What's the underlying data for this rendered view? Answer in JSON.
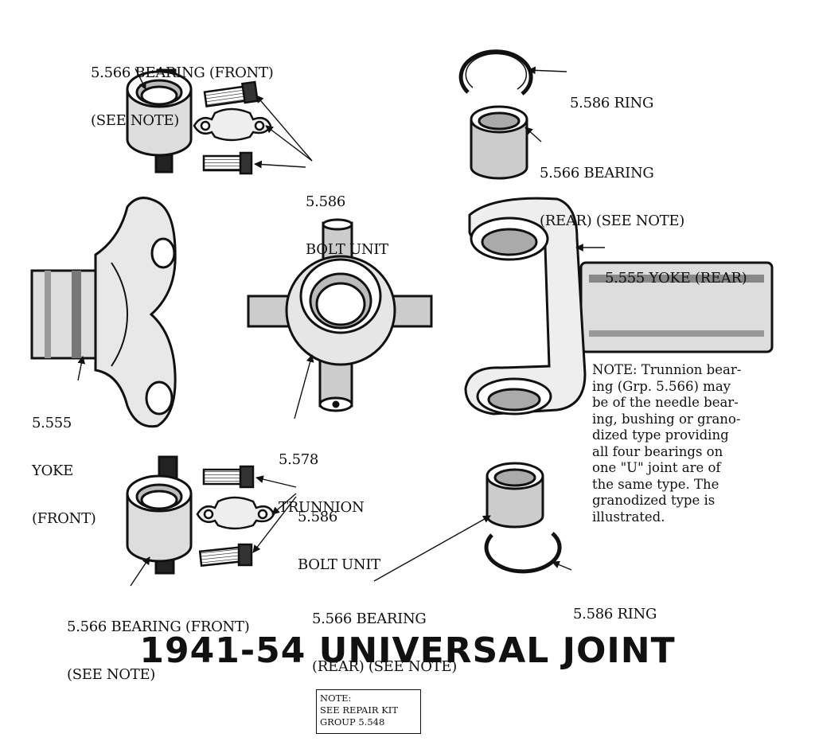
{
  "labels": {
    "bearing_front_top": [
      "5.566 BEARING (FRONT)",
      "(SEE NOTE)"
    ],
    "ring_top": "5.586 RING",
    "bearing_rear_top": [
      "5.566 BEARING",
      "(REAR) (SEE NOTE)"
    ],
    "bolt_unit_top": [
      "5.586",
      "BOLT UNIT"
    ],
    "yoke_rear": "5.555 YOKE (REAR)",
    "yoke_front": [
      "5.555",
      "YOKE",
      "(FRONT)"
    ],
    "trunnion": [
      "5.578",
      "TRUNNION"
    ],
    "bolt_unit_bottom": [
      "5.586",
      "BOLT UNIT"
    ],
    "bearing_front_bottom": [
      "5.566 BEARING (FRONT)",
      "(SEE NOTE)"
    ],
    "bearing_rear_bottom": [
      "5.566 BEARING",
      "(REAR) (SEE NOTE)"
    ],
    "ring_bottom": "5.586 RING"
  },
  "note_lines": [
    "NOTE: Trunnion bear-",
    "ing (Grp. 5.566) may",
    "be of the needle bear-",
    "ing, bushing or grano-",
    "dized type providing",
    "all four bearings on",
    "one \"U\" joint are of",
    "the same type. The",
    "granodized type is",
    "illustrated."
  ],
  "title": "1941-54 UNIVERSAL JOINT",
  "repair_note": [
    "NOTE:",
    "SEE REPAIR KIT",
    "GROUP 5.548"
  ]
}
